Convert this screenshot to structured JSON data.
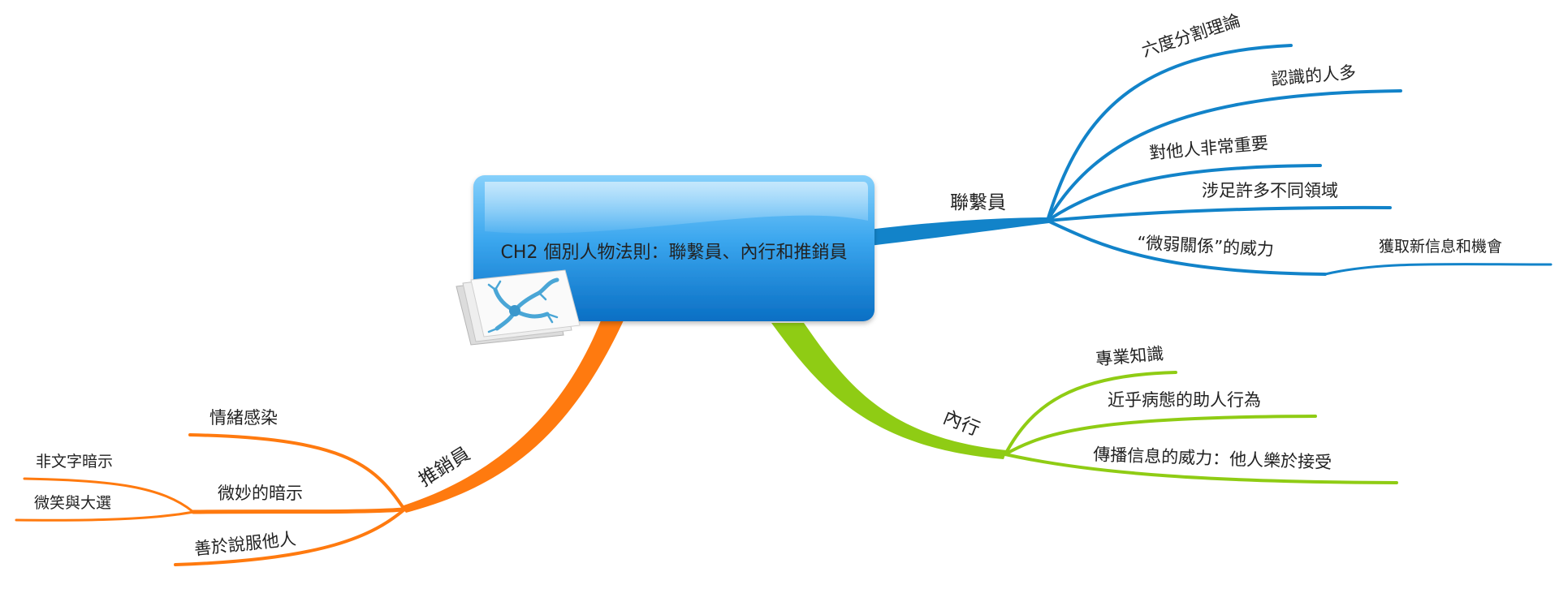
{
  "central_topic": {
    "label": "CH2 個別人物法則：聯繫員、內行和推銷員",
    "color": "#1f86d8",
    "icon": "mind-map-sheets-icon"
  },
  "branches": {
    "connector": {
      "label": "聯繫員",
      "color": "#1283c9",
      "children": {
        "c1": "六度分割理論",
        "c2": "認識的人多",
        "c3": "對他人非常重要",
        "c4": "涉足許多不同領域",
        "c5": "“微弱關係”的威力",
        "c5_child": "獲取新信息和機會"
      }
    },
    "maven": {
      "label": "內行",
      "color": "#8fcc14",
      "children": {
        "m1": "專業知識",
        "m2": "近乎病態的助人行為",
        "m3": "傳播信息的威力：他人樂於接受"
      }
    },
    "salesman": {
      "label": "推銷員",
      "color": "#ff7a0f",
      "children": {
        "s1": "情緒感染",
        "s2": "微妙的暗示",
        "s2_child1": "非文字暗示",
        "s2_child2": "微笑與大選",
        "s3": "善於說服他人"
      }
    }
  }
}
